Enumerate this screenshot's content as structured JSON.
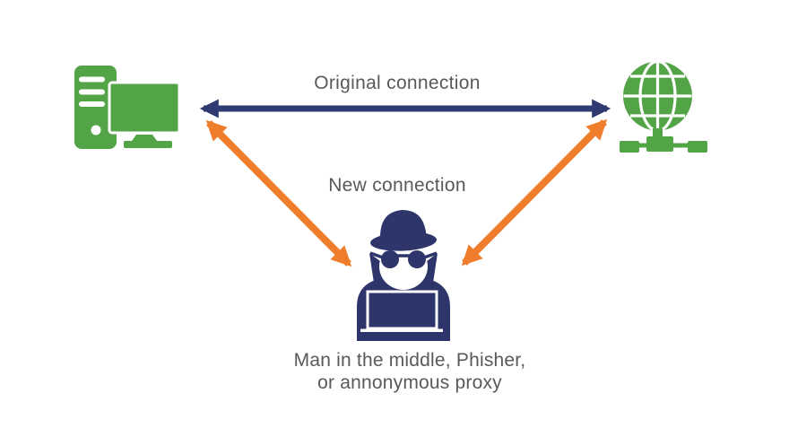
{
  "diagram": {
    "type": "man-in-the-middle-attack",
    "labels": {
      "original_connection": "Original connection",
      "new_connection": "New connection",
      "attacker_caption_line1": "Man in the middle, Phisher,",
      "attacker_caption_line2": "or annonymous proxy"
    },
    "nodes": [
      {
        "id": "client-computer",
        "icon": "desktop-computer-icon",
        "position": "left"
      },
      {
        "id": "internet-server",
        "icon": "globe-network-icon",
        "position": "right"
      },
      {
        "id": "attacker",
        "icon": "spy-icon",
        "position": "bottom-center"
      }
    ],
    "arrows": [
      {
        "id": "original-connection-arrow",
        "color_key": "navy",
        "style": "double-headed",
        "from": "client-computer",
        "to": "internet-server"
      },
      {
        "id": "new-connection-arrow-left",
        "color_key": "orange",
        "style": "double-headed",
        "from": "client-computer",
        "to": "attacker"
      },
      {
        "id": "new-connection-arrow-right",
        "color_key": "orange",
        "style": "double-headed",
        "from": "internet-server",
        "to": "attacker"
      }
    ]
  },
  "colors": {
    "green": "#52a447",
    "navy": "#2e3a70",
    "spy-navy": "#2d356b",
    "orange": "#ef7d2c",
    "text": "#59595b",
    "background": "#ffffff"
  }
}
